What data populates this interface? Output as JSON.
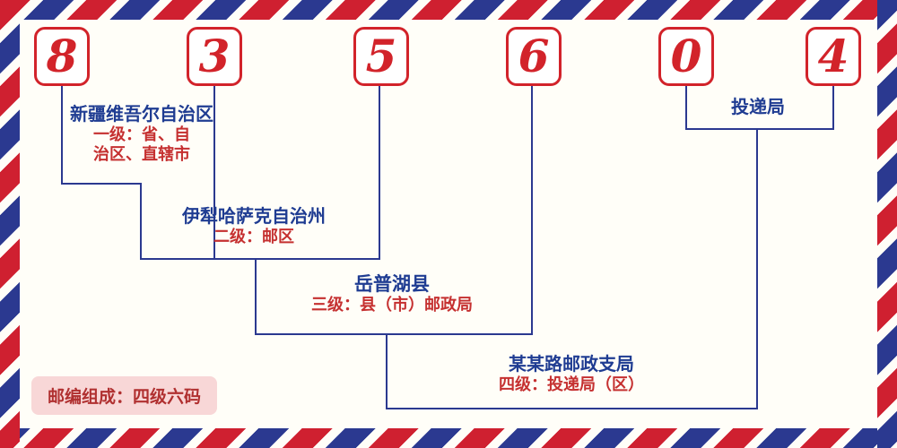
{
  "postal_code": "835604",
  "digits": [
    "8",
    "3",
    "5",
    "6",
    "0",
    "4"
  ],
  "levels": [
    {
      "region": "新疆维吾尔自治区",
      "desc_line1": "一级：省、自",
      "desc_line2": "治区、直辖市"
    },
    {
      "region": "伊犁哈萨克自治州",
      "desc_line1": "二级：邮区"
    },
    {
      "region": "岳普湖县",
      "desc_line1": "三级：县（市）邮政局"
    },
    {
      "region": "某某路邮政支局",
      "desc_line1": "四级：投递局（区）"
    }
  ],
  "delivery_office_label": "投递局",
  "footer_badge": "邮编组成：四级六码",
  "colors": {
    "digit_red": "#d2232a",
    "line_navy": "#2b3990",
    "region_blue": "#1f3c92",
    "desc_red": "#c53030",
    "badge_background": "#f8d7d7",
    "badge_text": "#b03030",
    "background": "#fffef8"
  }
}
